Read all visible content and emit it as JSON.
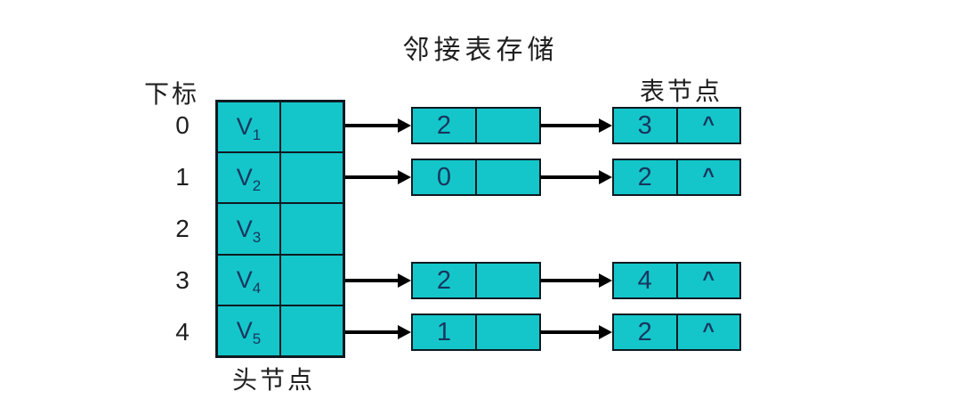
{
  "title": "邻接表存储",
  "labels": {
    "index_label": "下标",
    "table_node_label": "表节点",
    "head_node_label": "头节点"
  },
  "colors": {
    "background": "#ffffff",
    "cell-fill": "#14c6ca",
    "line": "#0e1a21",
    "cell-text": "#17365e",
    "label-text": "#1f1f1f",
    "arrow": "#000000"
  },
  "rows": [
    {
      "index": "0",
      "vertex": "V",
      "sub": "1",
      "nodes": [
        {
          "value": "2",
          "next": ""
        },
        {
          "value": "3",
          "next": "^"
        }
      ]
    },
    {
      "index": "1",
      "vertex": "V",
      "sub": "2",
      "nodes": [
        {
          "value": "0",
          "next": ""
        },
        {
          "value": "2",
          "next": "^"
        }
      ]
    },
    {
      "index": "2",
      "vertex": "V",
      "sub": "3",
      "nodes": []
    },
    {
      "index": "3",
      "vertex": "V",
      "sub": "4",
      "nodes": [
        {
          "value": "2",
          "next": ""
        },
        {
          "value": "4",
          "next": "^"
        }
      ]
    },
    {
      "index": "4",
      "vertex": "V",
      "sub": "5",
      "nodes": [
        {
          "value": "1",
          "next": ""
        },
        {
          "value": "2",
          "next": "^"
        }
      ]
    }
  ]
}
